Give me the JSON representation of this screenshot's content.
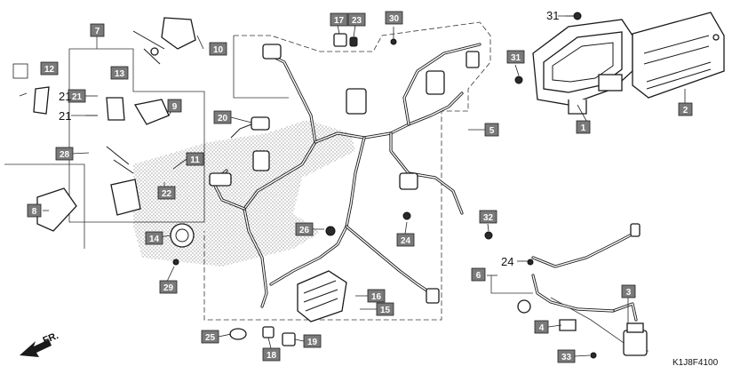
{
  "diagram": {
    "diagram_code": "K1J8F4100",
    "direction_label": "FR.",
    "callout_numbers": [
      "1",
      "2",
      "3",
      "4",
      "5",
      "6",
      "7",
      "8",
      "9",
      "10",
      "11",
      "12",
      "13",
      "14",
      "15",
      "16",
      "17",
      "18",
      "19",
      "20",
      "21",
      "22",
      "23",
      "24",
      "25",
      "26",
      "28",
      "29",
      "30",
      "31",
      "32",
      "33"
    ],
    "plain_labels": [
      "31",
      "21",
      "21",
      "24"
    ]
  }
}
